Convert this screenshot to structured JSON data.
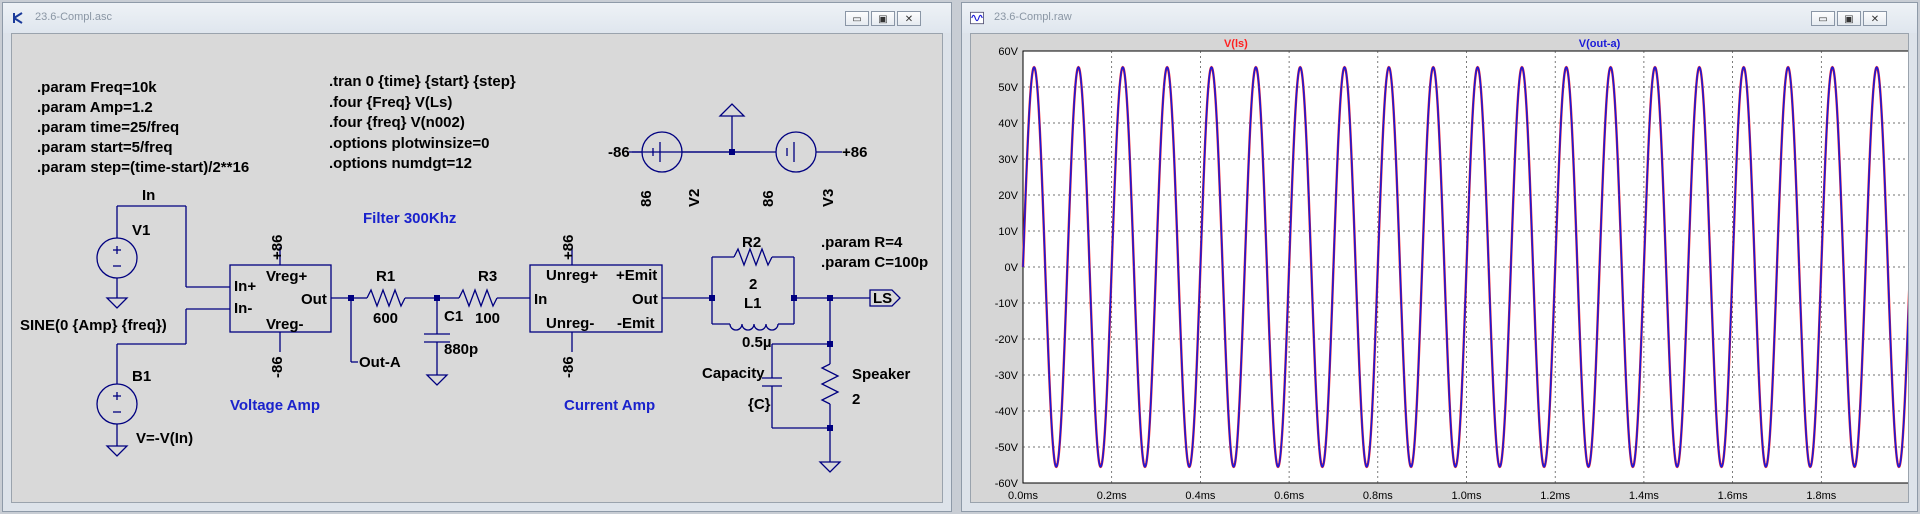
{
  "left_window": {
    "title": "23.6-Compl.asc",
    "controls": {
      "minimize": "▭",
      "maximize": "▣",
      "close": "✕"
    },
    "directives_left": [
      ".param Freq=10k",
      ".param Amp=1.2",
      ".param time=25/freq",
      ".param start=5/freq",
      ".param step=(time-start)/2**16"
    ],
    "directives_mid": [
      ".tran 0 {time} {start} {step}",
      ".four {Freq} V(Ls)",
      ".four {freq} V(n002)",
      ".options plotwinsize=0",
      ".options numdgt=12"
    ],
    "params_right": [
      ".param R=4",
      ".param C=100p"
    ],
    "labels": {
      "net_in": "In",
      "v1": "V1",
      "sine": "SINE(0 {Amp} {freq})",
      "b1": "B1",
      "b1_value": "V=-V(In)",
      "vamp_in_plus": "In+",
      "vamp_in_minus": "In-",
      "vamp_vreg_plus": "Vreg+",
      "vamp_vreg_minus": "Vreg-",
      "vamp_out": "Out",
      "vamp_pos_rail": "+86",
      "vamp_neg_rail": "-86",
      "voltage_amp": "Voltage Amp",
      "filter": "Filter 300Khz",
      "r1": "R1",
      "r1_value": "600",
      "r3": "R3",
      "r3_value": "100",
      "c1": "C1",
      "c1_value": "880p",
      "out_a": "Out-A",
      "camp_unreg_plus": "Unreg+",
      "camp_unreg_minus": "Unreg-",
      "camp_in": "In",
      "camp_emit_plus": "+Emit",
      "camp_out": "Out",
      "camp_emit_minus": "-Emit",
      "camp_pos_rail": "+86",
      "camp_neg_rail": "-86",
      "current_amp": "Current Amp",
      "v2_left": "-86",
      "v2_value": "86",
      "v2_name": "V2",
      "v3_value": "86",
      "v3_name": "V3",
      "v3_right": "+86",
      "r2": "R2",
      "r2_value": "2",
      "l1": "L1",
      "l1_value": "0.5µ",
      "ls": "LS",
      "capacity": "Capacity",
      "cap_value": "{C}",
      "speaker": "Speaker",
      "speaker_value": "2"
    }
  },
  "right_window": {
    "title": "23.6-Compl.raw",
    "controls": {
      "minimize": "▭",
      "maximize": "▣",
      "close": "✕"
    },
    "colors": {
      "trace_vls": "#ff2020",
      "trace_vouta": "#1a1ad9",
      "plot_bg": "#ffffff",
      "grid": "#444444"
    }
  },
  "chart_data": {
    "type": "line",
    "title": "",
    "xlabel": "",
    "ylabel": "",
    "xlim": [
      0.0,
      2.0
    ],
    "ylim": [
      -60,
      60
    ],
    "x_unit": "ms",
    "y_unit": "V",
    "grid": true,
    "x_ticks": [
      "0.0ms",
      "0.2ms",
      "0.4ms",
      "0.6ms",
      "0.8ms",
      "1.0ms",
      "1.2ms",
      "1.4ms",
      "1.6ms",
      "1.8ms"
    ],
    "y_ticks": [
      "60V",
      "50V",
      "40V",
      "30V",
      "20V",
      "10V",
      "0V",
      "-10V",
      "-20V",
      "-30V",
      "-40V",
      "-50V",
      "-60V"
    ],
    "series": [
      {
        "name": "V(ls)",
        "waveform": "sine",
        "amplitude": 55.5,
        "frequency_khz": 10,
        "color": "#ff2020"
      },
      {
        "name": "V(out-a)",
        "waveform": "sine",
        "amplitude": 55.5,
        "frequency_khz": 10,
        "color": "#1a1ad9"
      }
    ]
  }
}
